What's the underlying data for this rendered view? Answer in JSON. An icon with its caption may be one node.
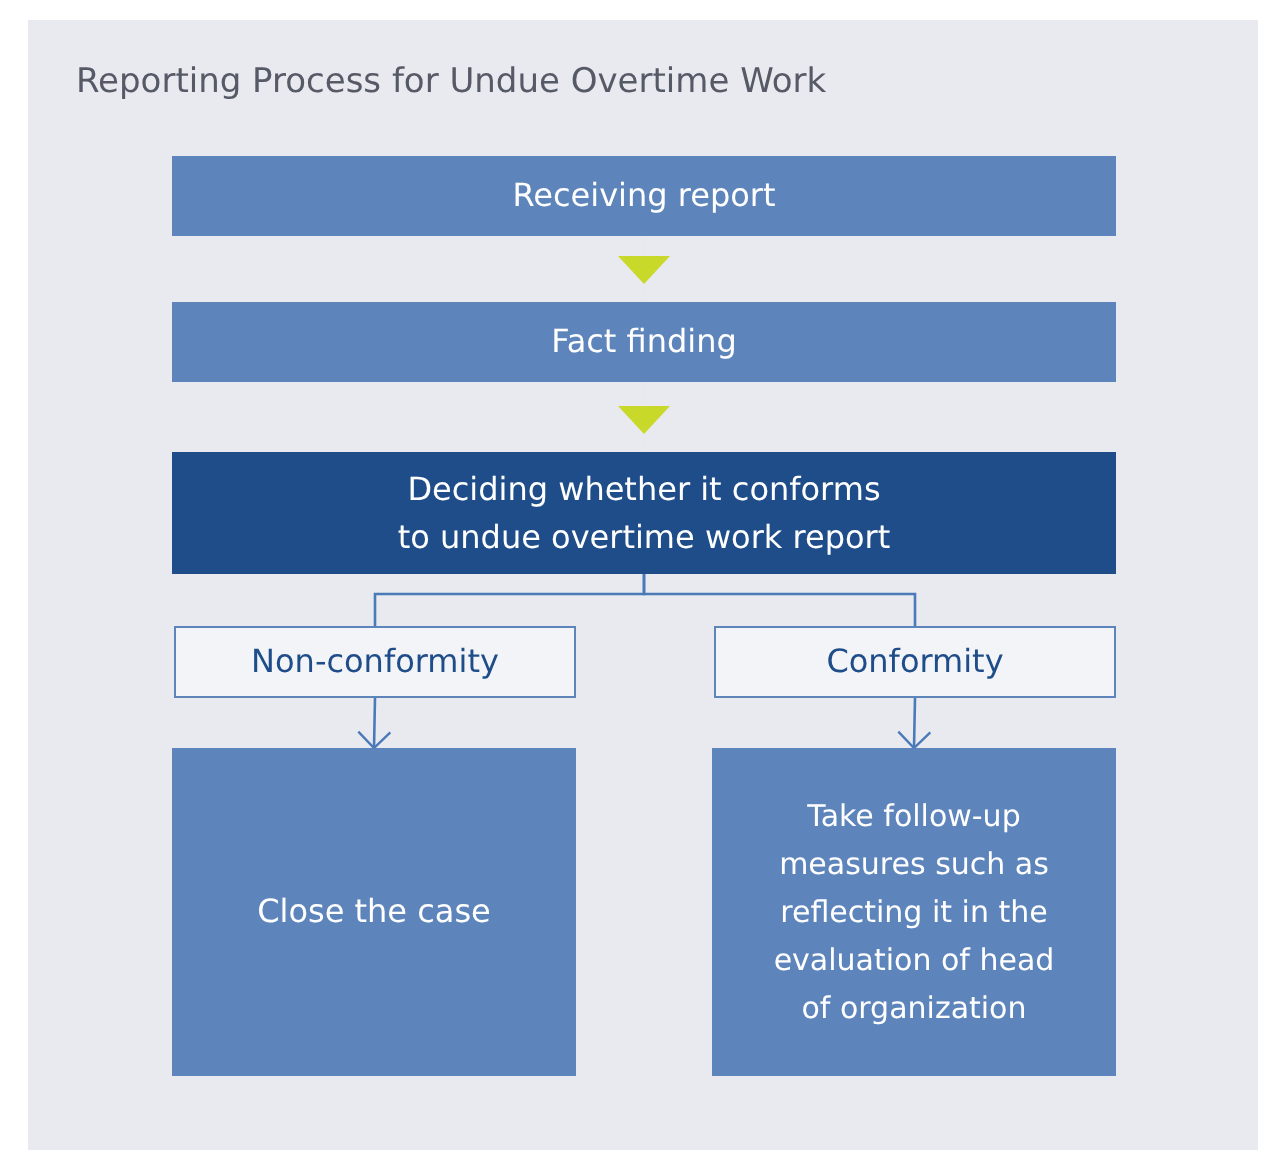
{
  "diagram": {
    "title": "Reporting Process for Undue Overtime Work",
    "nodes": [
      {
        "text": [
          "Receiving report"
        ]
      },
      {
        "text": [
          "Fact finding"
        ]
      },
      {
        "text": [
          "Deciding whether it conforms to undue overtime work report"
        ]
      },
      {
        "text": [
          "Non-conformity"
        ]
      },
      {
        "text": [
          "Conformity"
        ]
      },
      {
        "text": [
          "Close the case"
        ]
      },
      {
        "text": [
          "Take follow-up measures such as reflecting it in the evaluation of head of organization"
        ]
      }
    ],
    "edges": [
      {
        "from": 0,
        "to": 1,
        "arrow": "to",
        "color": "#c8d92a"
      },
      {
        "from": 1,
        "to": 2,
        "arrow": "to",
        "color": "#c8d92a"
      },
      {
        "from": 2,
        "to": 3,
        "arrow": "none"
      },
      {
        "from": 2,
        "to": 4,
        "arrow": "none"
      },
      {
        "from": 3,
        "to": 5,
        "arrow": "to"
      },
      {
        "from": 4,
        "to": 6,
        "arrow": "to"
      }
    ]
  }
}
